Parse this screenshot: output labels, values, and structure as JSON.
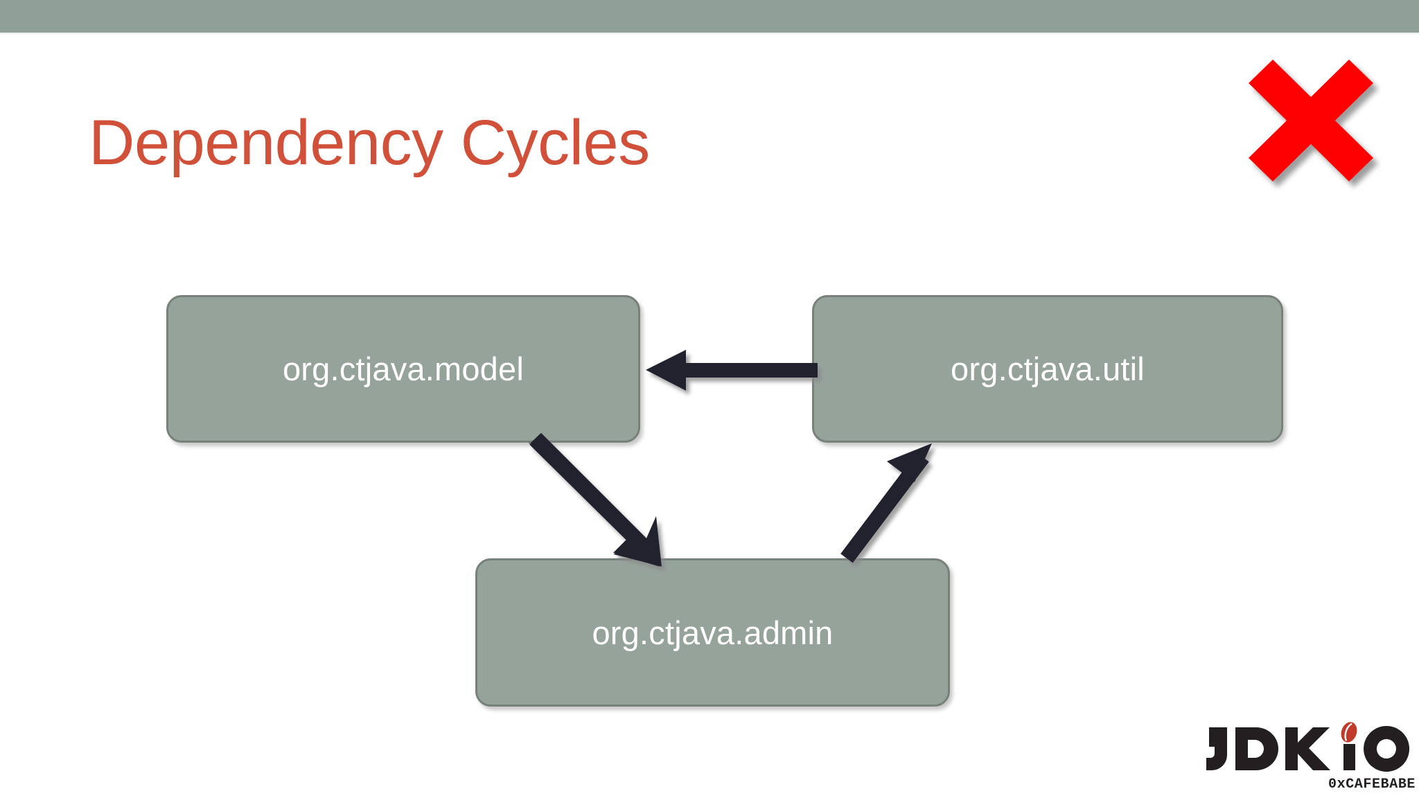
{
  "slide": {
    "title": "Dependency Cycles",
    "title_color": "#D1503A",
    "background_color": "#FFFFFF",
    "band_color": "#8FA099"
  },
  "badge": {
    "icon": "red-x-icon",
    "meaning": "anti-pattern / bad",
    "color": "#FF0000"
  },
  "diagram": {
    "type": "dependency-cycle-graph",
    "node_fill": "#96A39B",
    "node_border": "#77817A",
    "node_text_color": "#FFFFFF",
    "arrow_color": "#22222E",
    "nodes": [
      {
        "id": "model",
        "label": "org.ctjava.model"
      },
      {
        "id": "util",
        "label": "org.ctjava.util"
      },
      {
        "id": "admin",
        "label": "org.ctjava.admin"
      }
    ],
    "edges": [
      {
        "from": "util",
        "to": "model",
        "direction": "left"
      },
      {
        "from": "model",
        "to": "admin",
        "direction": "down-right"
      },
      {
        "from": "admin",
        "to": "util",
        "direction": "up-right"
      }
    ]
  },
  "brand": {
    "name": "JDK",
    "suffix": "iO",
    "tagline": "0xCAFEBABE",
    "accent_color": "#C0392B",
    "text_color": "#231F20"
  }
}
